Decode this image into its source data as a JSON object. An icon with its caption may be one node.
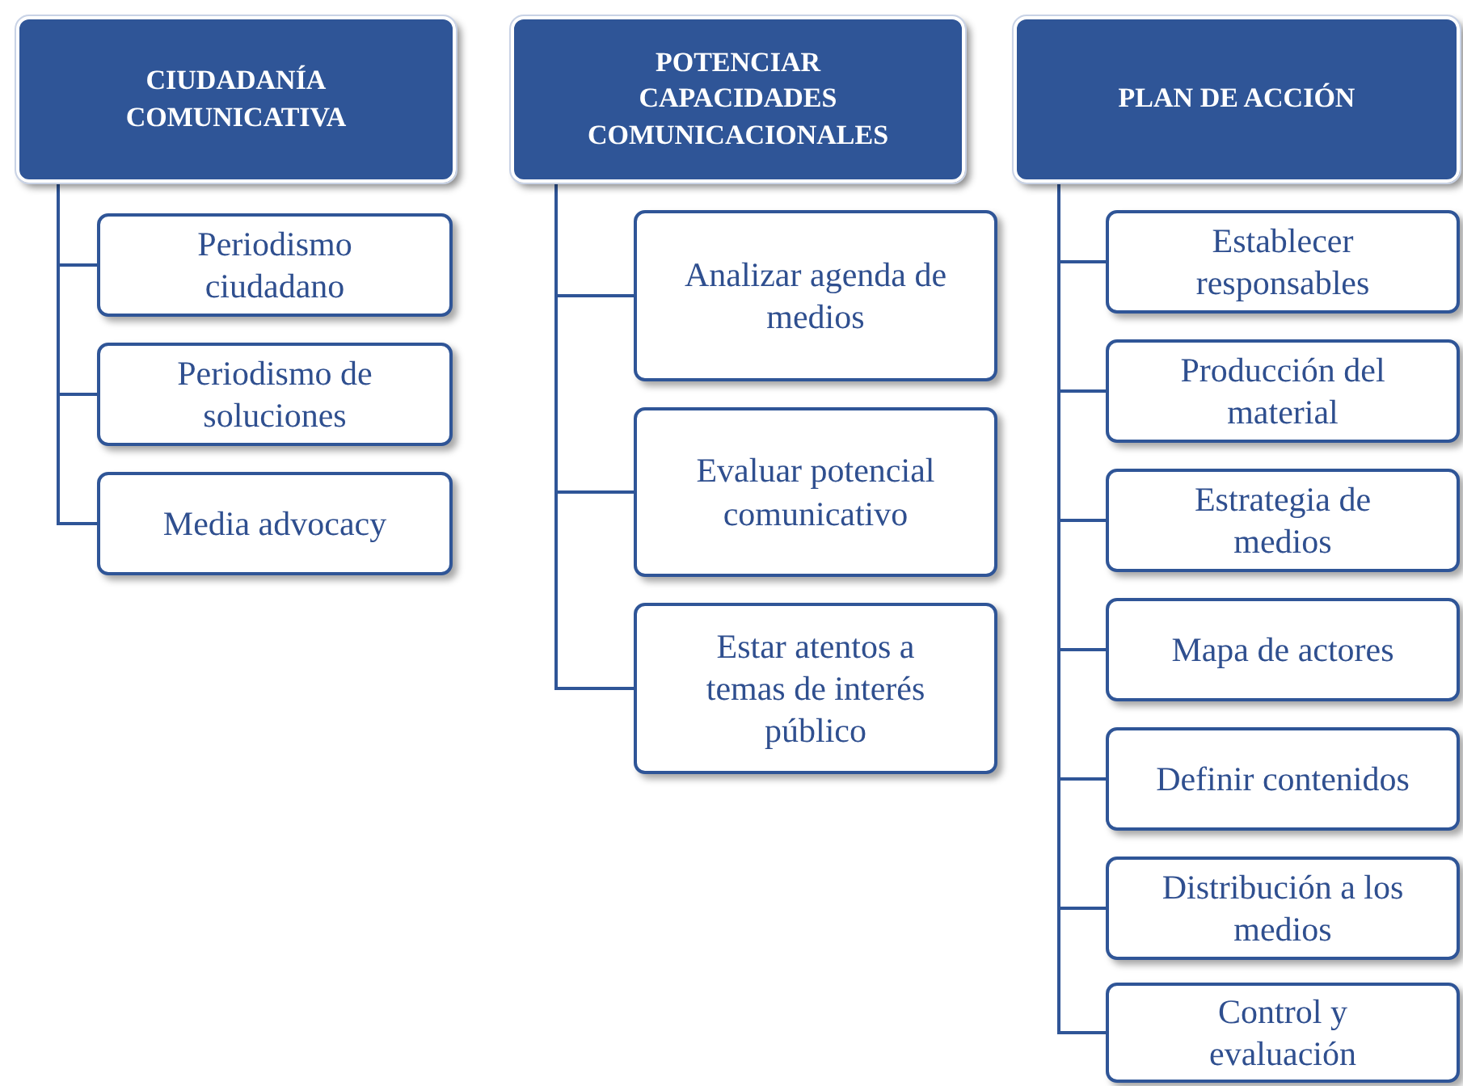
{
  "diagram": {
    "nodes": [
      {
        "text": [
          "CIUDADANÍA COMUNICATIVA"
        ]
      },
      {
        "text": [
          "Periodismo ciudadano"
        ]
      },
      {
        "text": [
          "Periodismo de soluciones"
        ]
      },
      {
        "text": [
          "Media advocacy"
        ]
      },
      {
        "text": [
          "POTENCIAR CAPACIDADES COMUNICACIONALES"
        ]
      },
      {
        "text": [
          "Analizar agenda de medios"
        ]
      },
      {
        "text": [
          "Evaluar potencial comunicativo"
        ]
      },
      {
        "text": [
          "Estar atentos a temas de interés público"
        ]
      },
      {
        "text": [
          "PLAN DE ACCIÓN"
        ]
      },
      {
        "text": [
          "Establecer responsables"
        ]
      },
      {
        "text": [
          "Producción del material"
        ]
      },
      {
        "text": [
          "Estrategia de medios"
        ]
      },
      {
        "text": [
          "Mapa de actores"
        ]
      },
      {
        "text": [
          "Definir contenidos"
        ]
      },
      {
        "text": [
          "Distribución a los medios"
        ]
      },
      {
        "text": [
          "Control y evaluación"
        ]
      }
    ],
    "edges": [
      {
        "from": 0,
        "to": 1,
        "arrow": "none"
      },
      {
        "from": 0,
        "to": 2,
        "arrow": "none"
      },
      {
        "from": 0,
        "to": 3,
        "arrow": "none"
      },
      {
        "from": 4,
        "to": 5,
        "arrow": "none"
      },
      {
        "from": 4,
        "to": 6,
        "arrow": "none"
      },
      {
        "from": 4,
        "to": 7,
        "arrow": "none"
      },
      {
        "from": 8,
        "to": 9,
        "arrow": "none"
      },
      {
        "from": 8,
        "to": 10,
        "arrow": "none"
      },
      {
        "from": 8,
        "to": 11,
        "arrow": "none"
      },
      {
        "from": 8,
        "to": 12,
        "arrow": "none"
      },
      {
        "from": 8,
        "to": 13,
        "arrow": "none"
      },
      {
        "from": 8,
        "to": 14,
        "arrow": "none"
      },
      {
        "from": 8,
        "to": 15,
        "arrow": "none"
      }
    ]
  }
}
